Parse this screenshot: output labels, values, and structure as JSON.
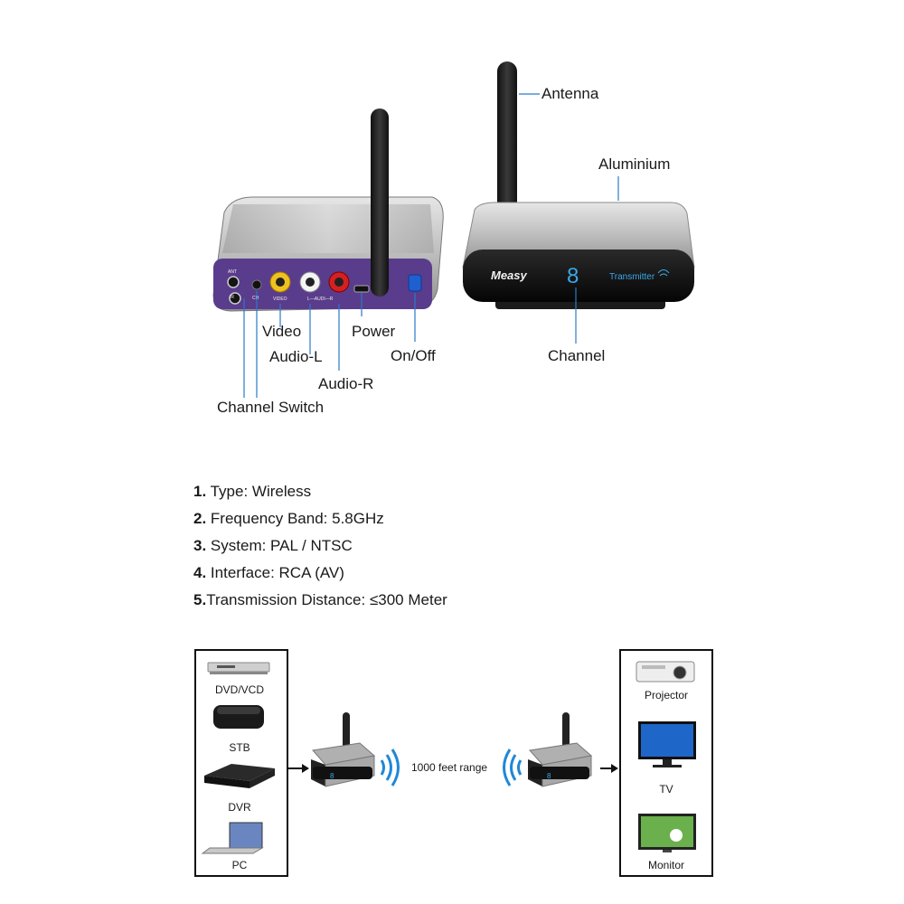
{
  "callouts": {
    "antenna": "Antenna",
    "aluminium": "Aluminium",
    "channel": "Channel",
    "video": "Video",
    "audio_l": "Audio-L",
    "audio_r": "Audio-R",
    "power": "Power",
    "on_off": "On/Off",
    "channel_switch": "Channel Switch"
  },
  "back_panel": {
    "ant": "ANT",
    "ir": "IR",
    "ch": "CH",
    "video": "VIDEO",
    "audio": "L—AUDI—R"
  },
  "front_panel": {
    "brand": "Measy",
    "digit": "8",
    "mode": "Transmitter"
  },
  "specs": [
    {
      "num": "1.",
      "text": "Type: Wireless"
    },
    {
      "num": "2.",
      "text": "Frequency Band: 5.8GHz"
    },
    {
      "num": "3.",
      "text": "System: PAL / NTSC"
    },
    {
      "num": "4.",
      "text": "Interface: RCA (AV)"
    },
    {
      "num": "5.",
      "text": "Transmission Distance: ≤300 Meter"
    }
  ],
  "diagram": {
    "sources": [
      "DVD/VCD",
      "STB",
      "DVR",
      "PC"
    ],
    "range_label": "1000 feet range",
    "outputs": [
      "Projector",
      "TV",
      "Monitor"
    ]
  },
  "colors": {
    "purple_panel": "#5a3c8c",
    "device_silver": "#b8b8b8",
    "front_black": "#121212",
    "display_blue": "#3aa7e8",
    "wave_blue": "#1e88d8"
  }
}
